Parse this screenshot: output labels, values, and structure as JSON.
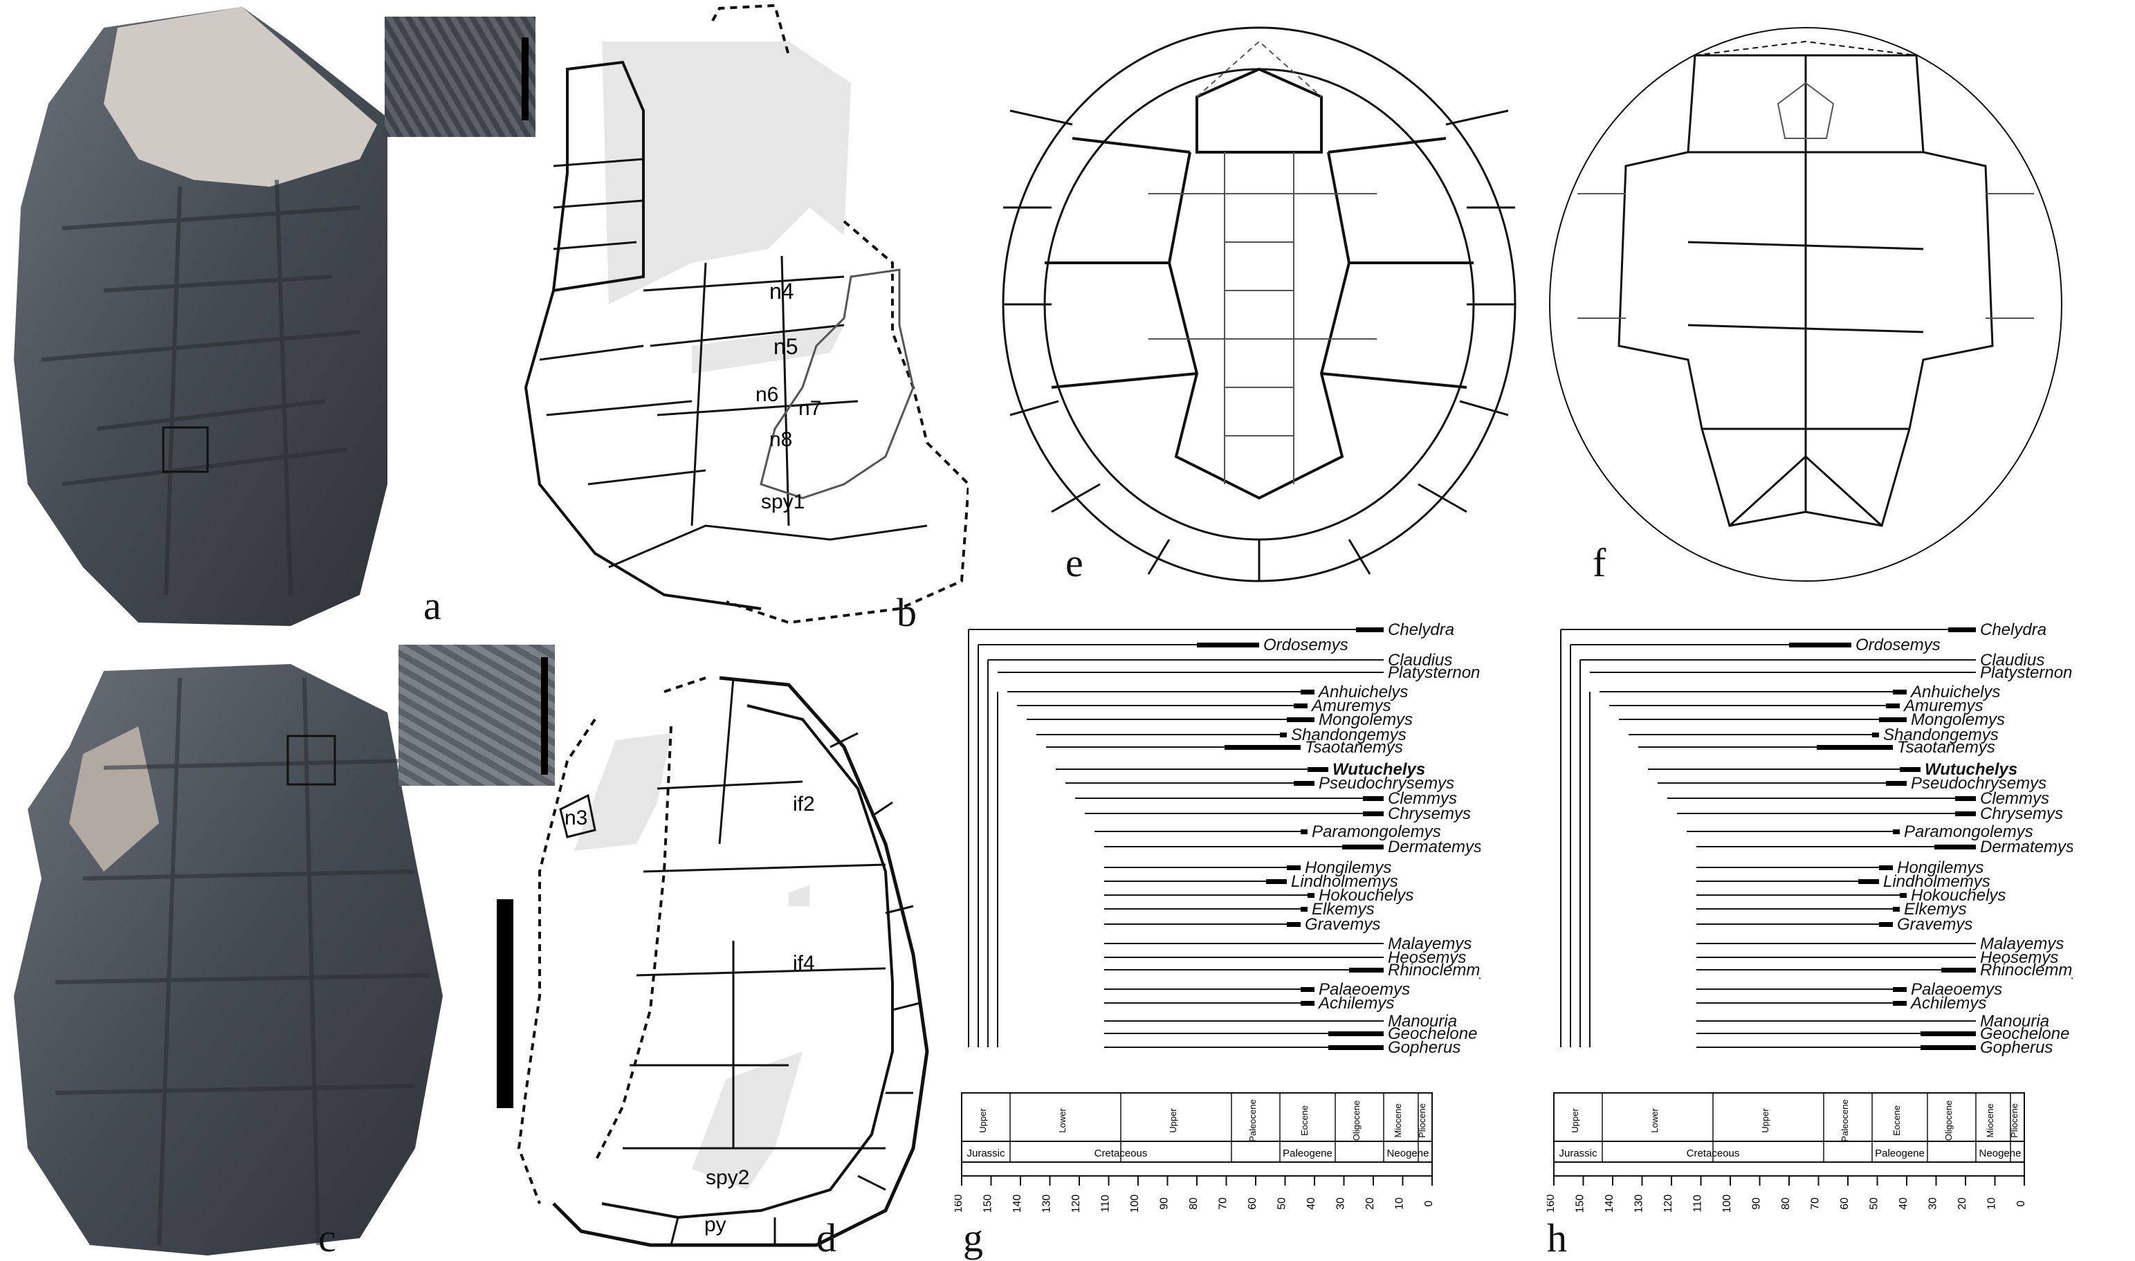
{
  "figure": {
    "panels": {
      "a": "a",
      "b": "b",
      "c": "c",
      "d": "d",
      "e": "e",
      "f": "f",
      "g": "g",
      "h": "h"
    },
    "drawing_b_labels": [
      "n4",
      "n5",
      "n6",
      "n7",
      "n8",
      "spy1"
    ],
    "drawing_d_labels": [
      "n3",
      "if2",
      "if4",
      "spy2",
      "py"
    ],
    "colors": {
      "fossil_dark": "#3d434a",
      "fossil_mid": "#5b6168",
      "matrix": "#cfcac3",
      "shade": "#e6e6e6",
      "ink": "#111111"
    }
  },
  "trees": {
    "taxa": [
      "Chelydra",
      "Ordosemys",
      "Claudius",
      "Platysternon",
      "Anhuichelys",
      "Amuremys",
      "Mongolemys",
      "Shandongemys",
      "Tsaotanemys",
      "Wutuchelys",
      "Pseudochrysemys",
      "Clemmys",
      "Chrysemys",
      "Paramongolemys",
      "Dermatemys",
      "Hongilemys",
      "Lindholmemys",
      "Hokouchelys",
      "Elkemys",
      "Gravemys",
      "Malayemys",
      "Heosemys",
      "Rhinoclemmys",
      "Palaeoemys",
      "Achilemys",
      "Manouria",
      "Geochelone",
      "Gopherus"
    ],
    "highlight_taxon": "Wutuchelys",
    "timescale": {
      "epochs": [
        "Upper",
        "Lower",
        "Upper",
        "Paleocene",
        "Eocene",
        "Oligocene",
        "Miocene",
        "Pliocene"
      ],
      "periods": [
        "Jurassic",
        "Cretaceous",
        "Paleogene",
        "Neogene"
      ],
      "ticks": [
        "160",
        "150",
        "140",
        "130",
        "120",
        "110",
        "100",
        "90",
        "80",
        "70",
        "60",
        "50",
        "40",
        "30",
        "20",
        "10",
        "0"
      ]
    }
  }
}
